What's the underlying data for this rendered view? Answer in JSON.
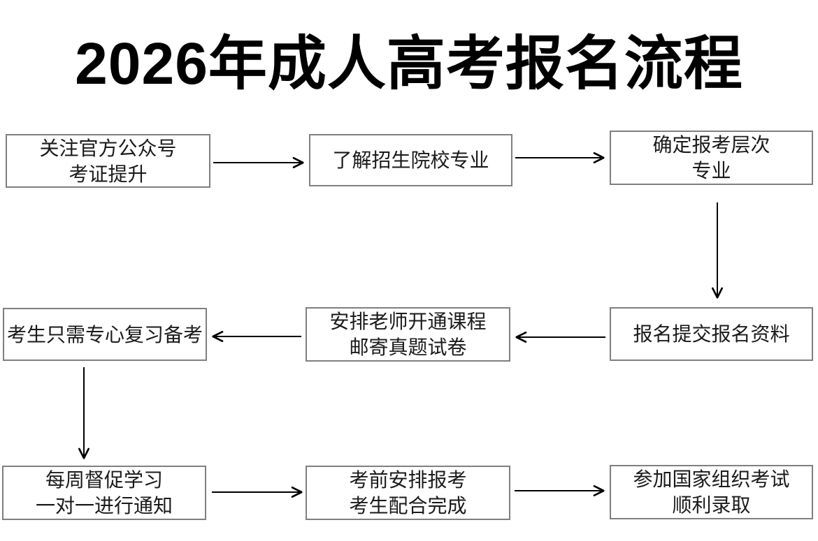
{
  "title": "2026年成人高考报名流程",
  "nodes": [
    {
      "id": "step-1",
      "lines": [
        "关注官方公众号",
        "考证提升"
      ]
    },
    {
      "id": "step-2",
      "lines": [
        "了解招生院校专业"
      ]
    },
    {
      "id": "step-3",
      "lines": [
        "确定报考层次",
        "专业"
      ]
    },
    {
      "id": "step-4",
      "lines": [
        "考生只需专心复习备考"
      ]
    },
    {
      "id": "step-5",
      "lines": [
        "安排老师开通课程",
        "邮寄真题试卷"
      ]
    },
    {
      "id": "step-6",
      "lines": [
        "报名提交报名资料"
      ]
    },
    {
      "id": "step-7",
      "lines": [
        "每周督促学习",
        "一对一进行通知"
      ]
    },
    {
      "id": "step-8",
      "lines": [
        "考前安排报考",
        "考生配合完成"
      ]
    },
    {
      "id": "step-9",
      "lines": [
        "参加国家组织考试",
        "顺利录取"
      ]
    }
  ],
  "flow_order": [
    "step-1 -> step-2",
    "step-2 -> step-3",
    "step-3 -> step-6",
    "step-6 -> step-5",
    "step-5 -> step-4",
    "step-4 -> step-7",
    "step-7 -> step-8",
    "step-8 -> step-9"
  ],
  "colors": {
    "background": "#ffffff",
    "box_border": "#7f7f7f",
    "box_text": "#1a1a1a",
    "title_text": "#000000",
    "arrow": "#000000"
  }
}
